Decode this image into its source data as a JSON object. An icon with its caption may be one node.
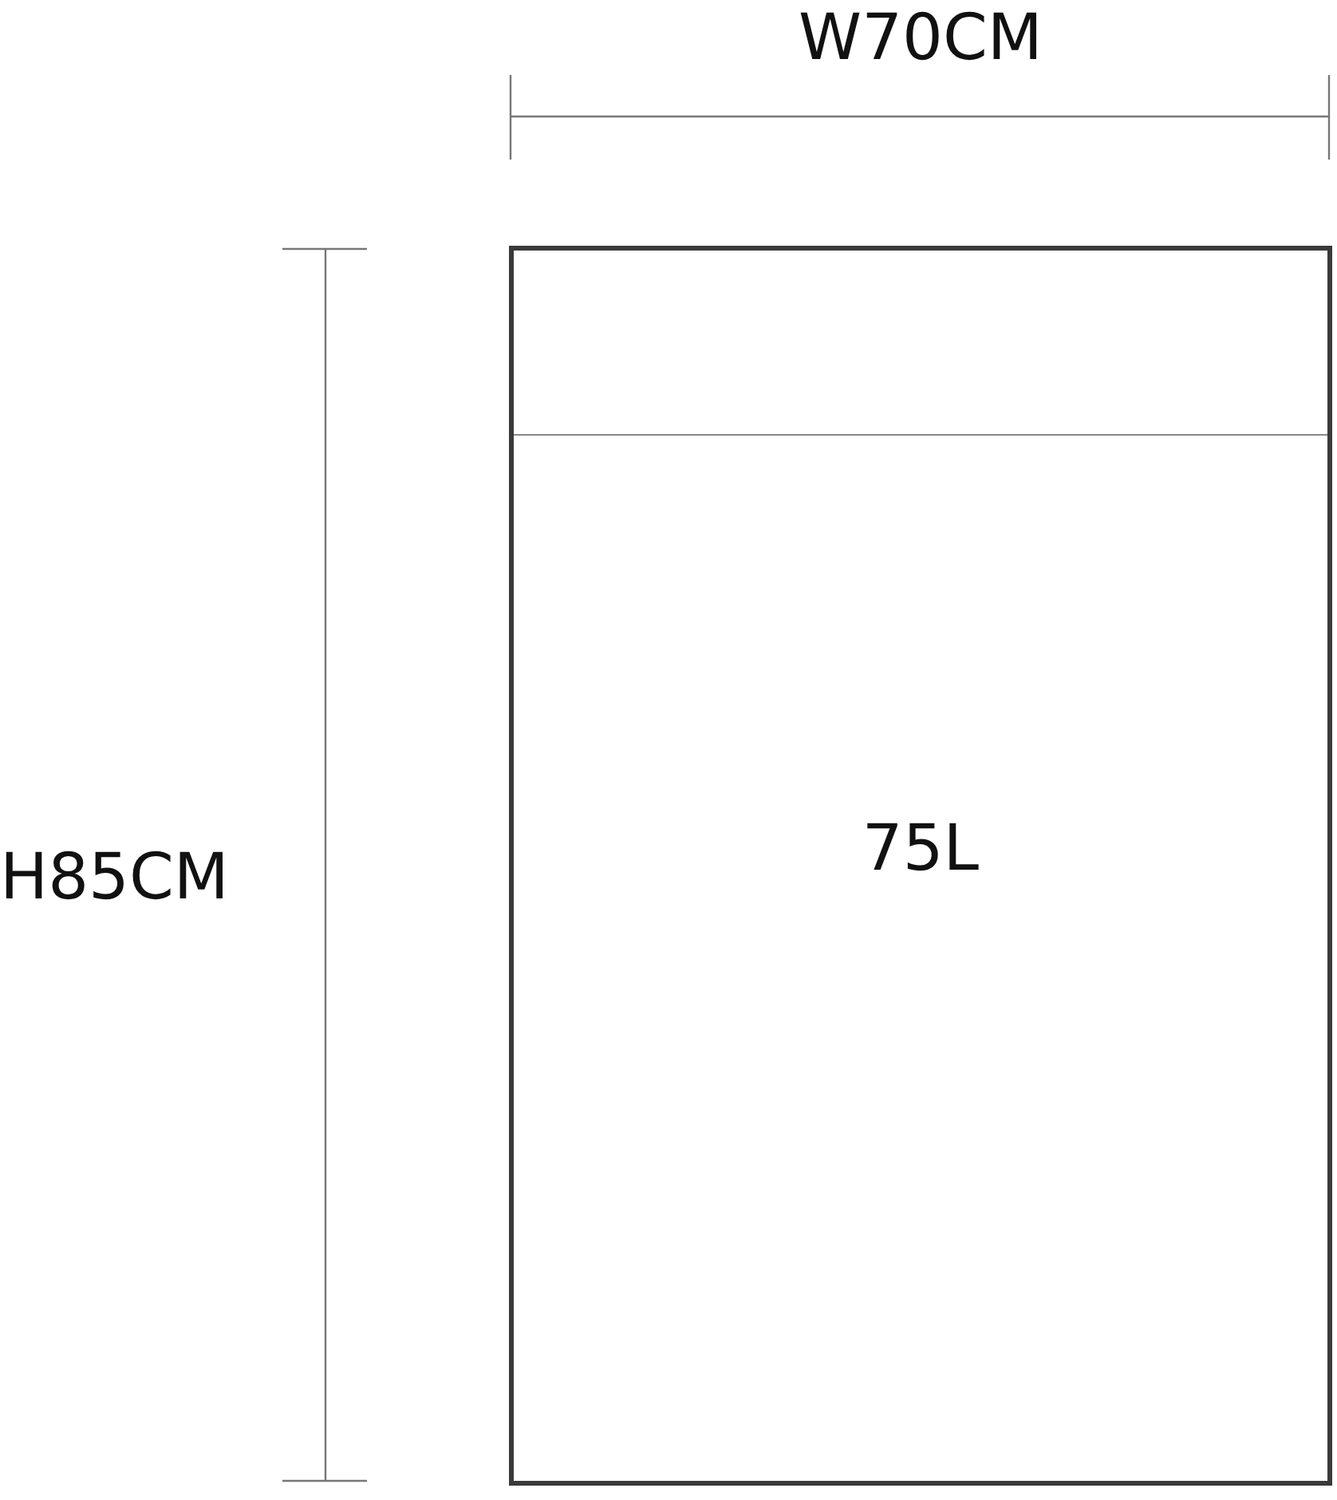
{
  "diagram": {
    "nodes": [
      {
        "text": [
          "75L"
        ]
      }
    ],
    "labels": [
      "W70CM",
      "H85CM"
    ]
  }
}
